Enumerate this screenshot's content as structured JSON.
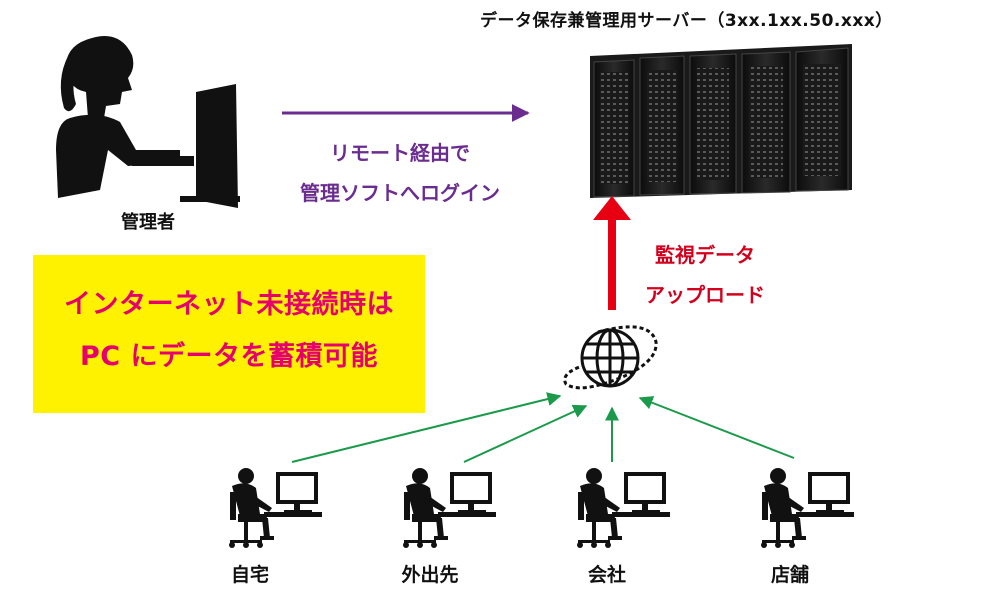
{
  "server": {
    "title": "データ保存兼管理用サーバー（3xx.1xx.50.xxx）"
  },
  "admin": {
    "label": "管理者"
  },
  "remote": {
    "line1": "リモート経由で",
    "line2": "管理ソフトへログイン"
  },
  "monitor": {
    "line1": "監視データ",
    "line2": "アップロード"
  },
  "notice": {
    "line1": "インターネット未接続時は",
    "line2": "PC にデータを蓄積可能"
  },
  "locations": [
    {
      "label": "自宅"
    },
    {
      "label": "外出先"
    },
    {
      "label": "会社"
    },
    {
      "label": "店舗"
    }
  ],
  "colors": {
    "remote_arrow": "#6a2c8f",
    "monitor_arrow": "#e60012",
    "network_arrows": "#1a9a4a",
    "notice_bg": "#fff200",
    "notice_text": "#e5006e"
  }
}
